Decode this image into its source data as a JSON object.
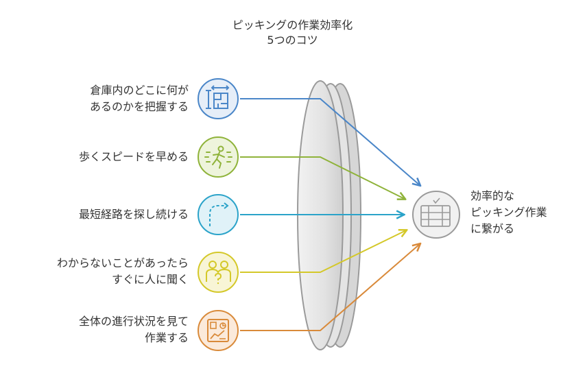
{
  "title": {
    "line1": "ピッキングの作業効率化",
    "line2": "5つのコツ"
  },
  "tips": [
    {
      "line1": "倉庫内のどこに何が",
      "line2": "あるのかを把握する",
      "icon": "warehouse-layout-icon",
      "color": "#4a86c8",
      "fill": "#e6eef8"
    },
    {
      "line1": "歩くスピードを早める",
      "line2": "",
      "icon": "running-person-icon",
      "color": "#8fb33a",
      "fill": "#eef4dc"
    },
    {
      "line1": "最短経路を探し続ける",
      "line2": "",
      "icon": "route-path-icon",
      "color": "#2ba3c9",
      "fill": "#e0f2f8"
    },
    {
      "line1": "わからないことがあったら",
      "line2": "すぐに人に聞く",
      "icon": "ask-people-icon",
      "color": "#d4c829",
      "fill": "#f8f5d6"
    },
    {
      "line1": "全体の進行状況を見て",
      "line2": "作業する",
      "icon": "progress-dashboard-icon",
      "color": "#d98a3a",
      "fill": "#fbeadb"
    }
  ],
  "result": {
    "line1": "効率的な",
    "line2": "ピッキング作業",
    "line3": "に繋がる",
    "icon": "shelf-check-icon"
  }
}
